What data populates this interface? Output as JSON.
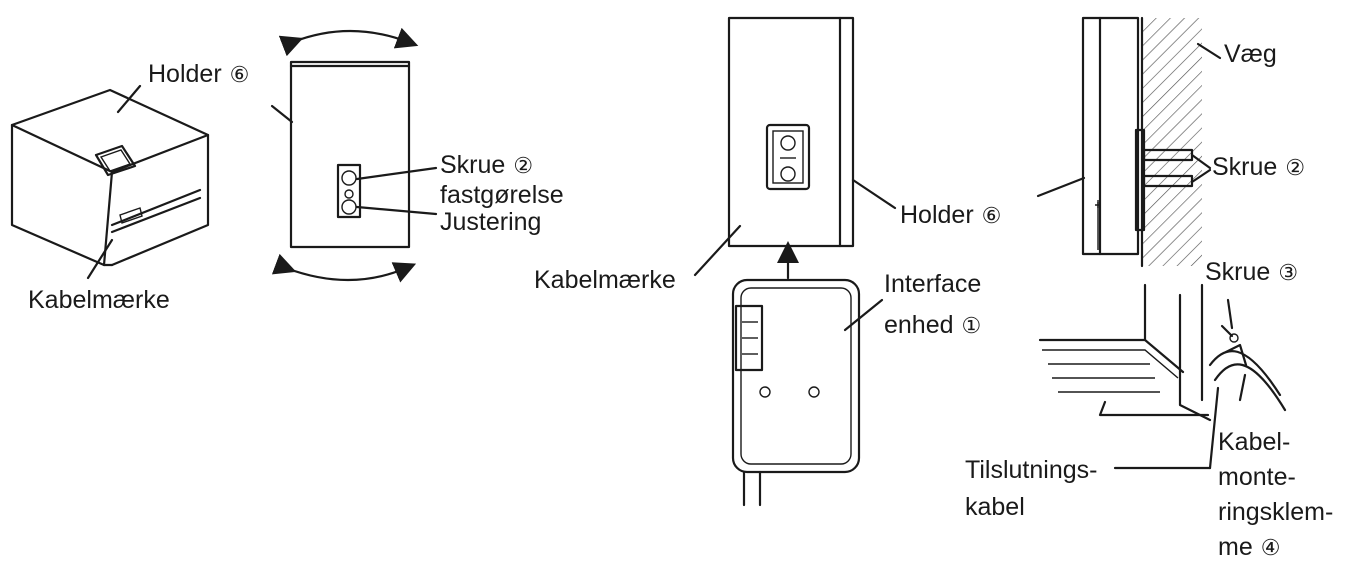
{
  "labels": {
    "holder_left": "Holder",
    "holder_left_num": "⑥",
    "kabelmaerke_left": "Kabelmærke",
    "skrue_top": "Skrue",
    "skrue_top_num": "②",
    "fastgorelse": "fastgørelse",
    "justering": "Justering",
    "kabelmaerke_mid": "Kabelmærke",
    "holder_mid": "Holder",
    "holder_mid_num": "⑥",
    "interface": "Interface",
    "enhed": "enhed",
    "enhed_num": "①",
    "vaeg": "Væg",
    "skrue_wall": "Skrue",
    "skrue_wall_num": "②",
    "skrue_clamp": "Skrue",
    "skrue_clamp_num": "③",
    "tilslutnings": "Tilslutnings-",
    "kabel": "kabel",
    "kabel_mon_1": "Kabel-",
    "kabel_mon_2": "monte-",
    "kabel_mon_3": "ringsklem-",
    "kabel_mon_4": "me",
    "kabel_mon_num": "④"
  }
}
